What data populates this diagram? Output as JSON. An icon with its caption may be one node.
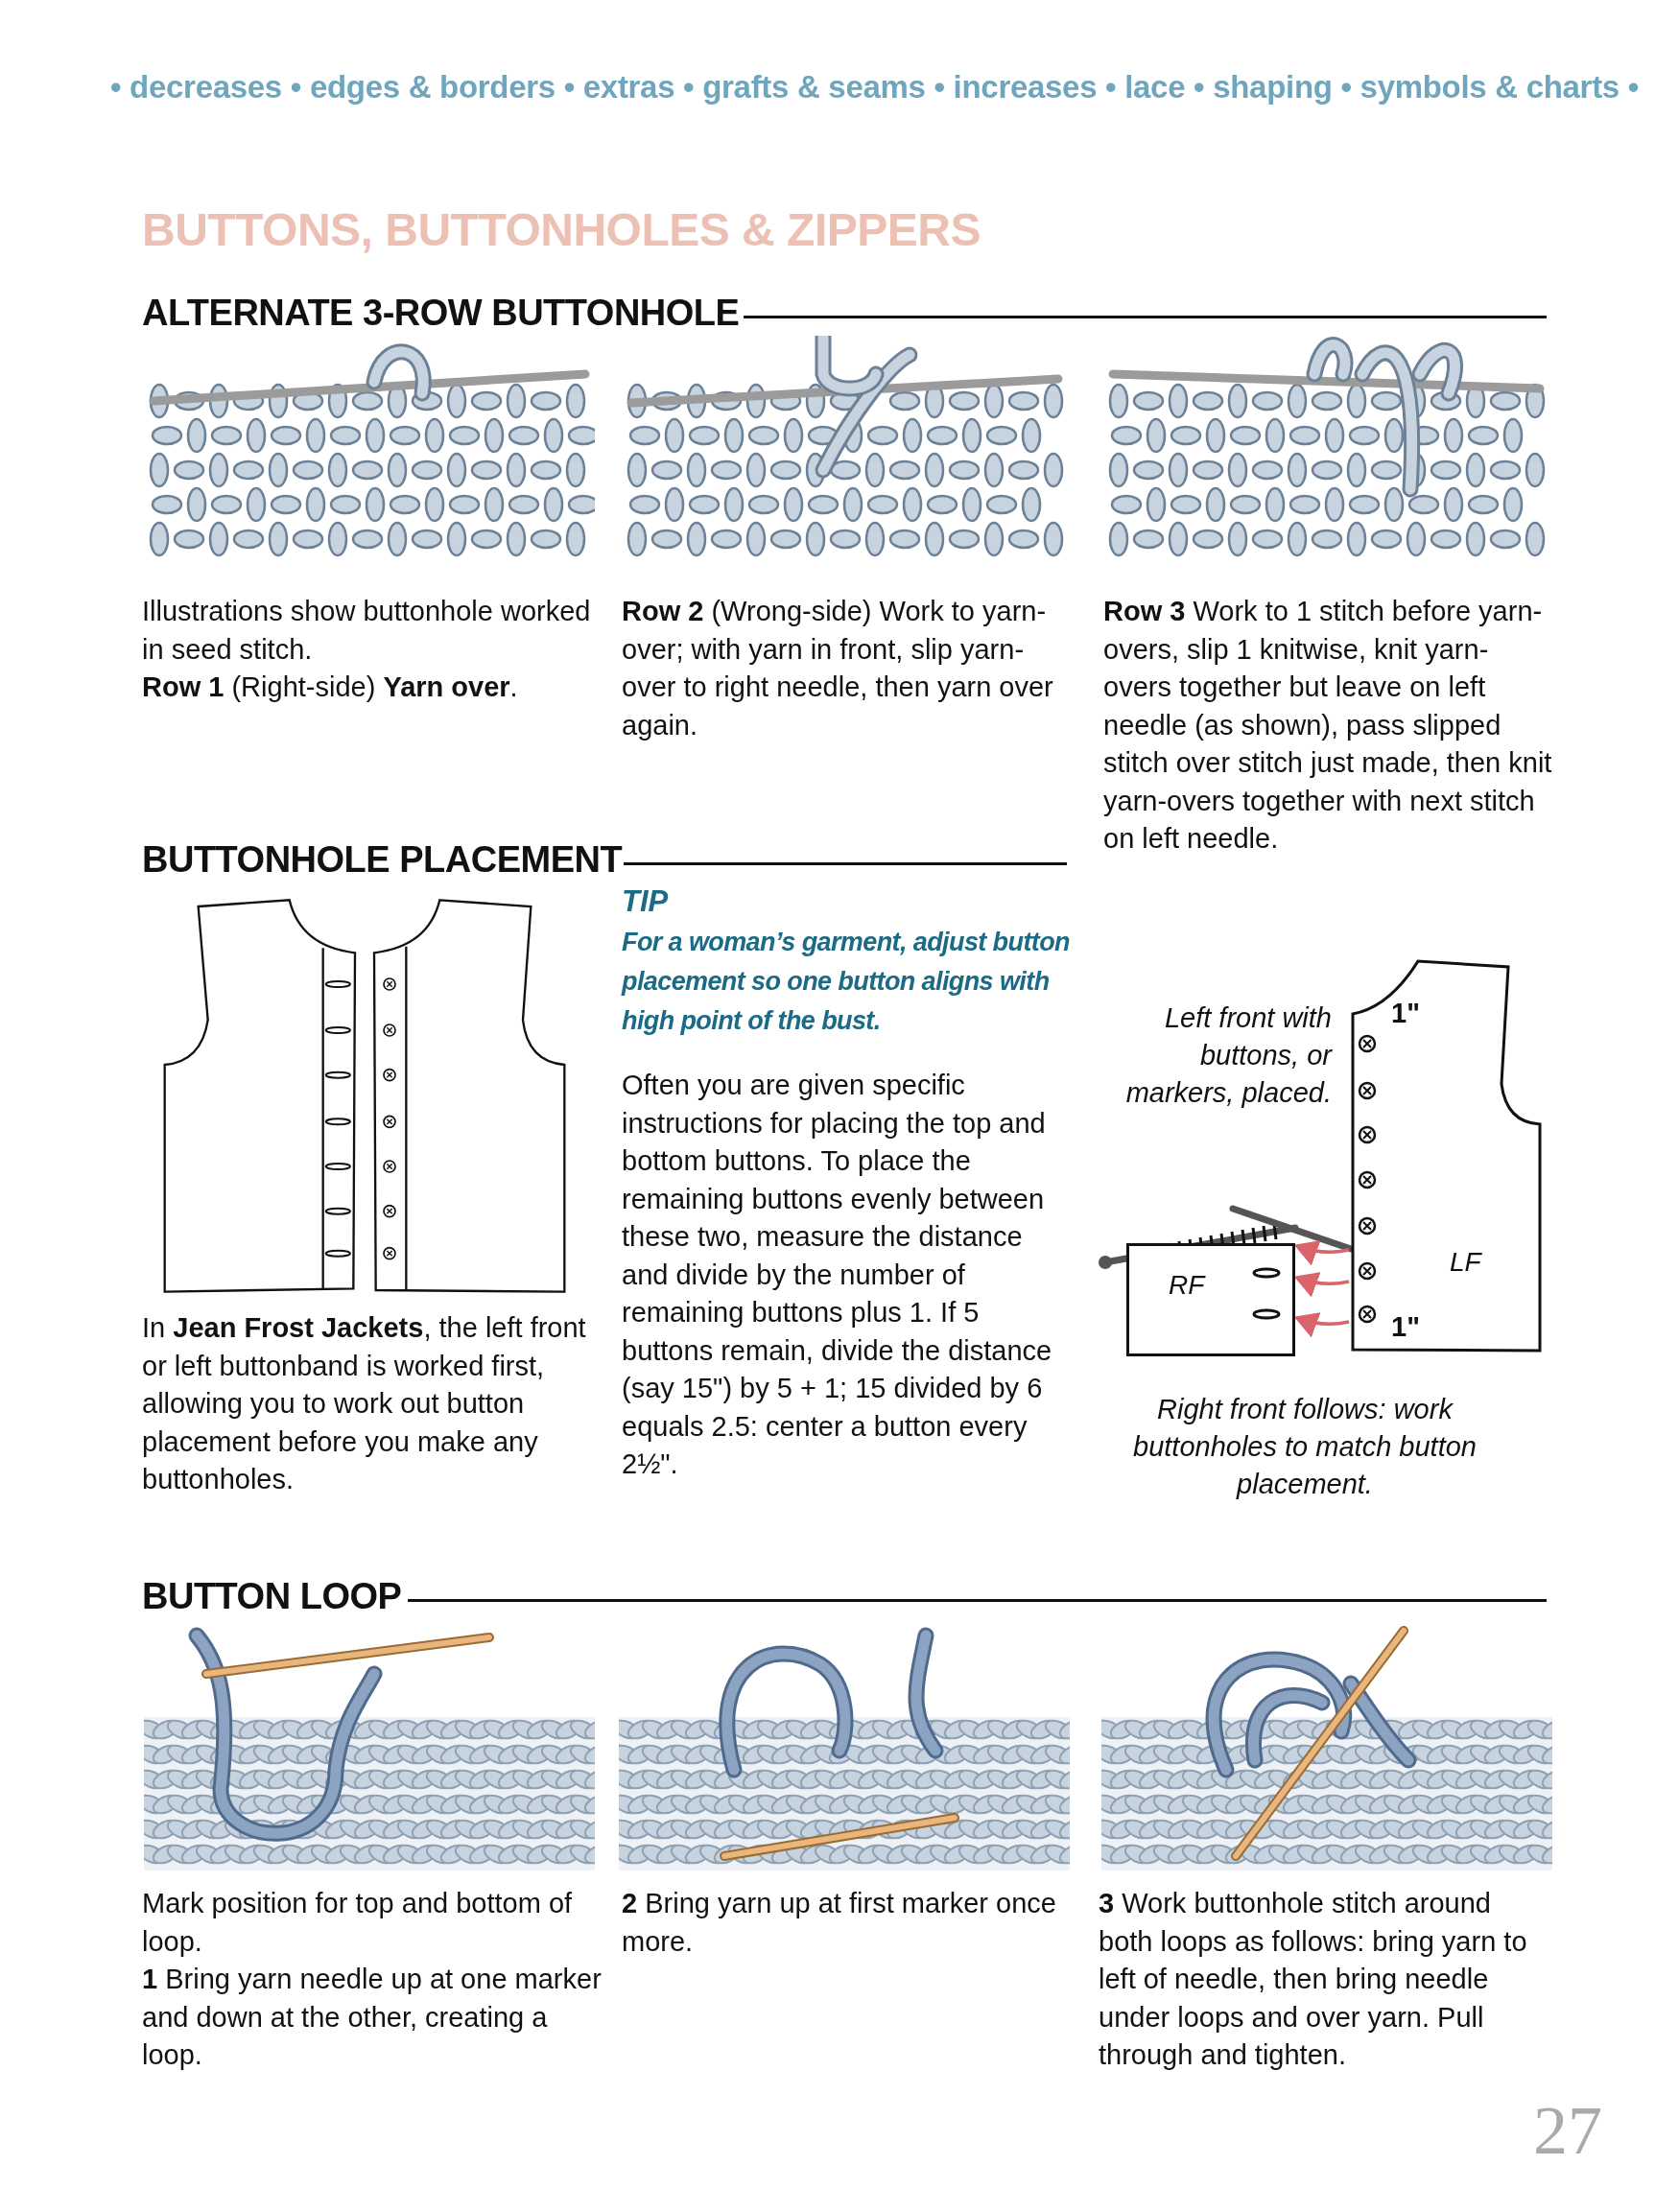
{
  "diagram": {
    "title": "BUTTONS, BUTTONHOLES & ZIPPERS",
    "nodes": [
      {
        "text": [
          "RF"
        ]
      },
      {
        "text": [
          "LF"
        ]
      }
    ],
    "edges": [
      {
        "from": 1,
        "to": 0,
        "arrow": "to"
      },
      {
        "from": 1,
        "to": 0,
        "arrow": "to"
      },
      {
        "from": 1,
        "to": 0,
        "arrow": "to"
      }
    ],
    "labels": [
      "• decreases • edges & borders • extras • grafts & seams • increases • lace • shaping • symbols & charts •",
      "ALTERNATE 3-ROW BUTTONHOLE",
      "Illustrations show buttonhole worked in seed stitch.",
      "**Row 1** (Right-side) **Yarn over**.",
      "**Row 2** (Wrong-side) Work to yarn-over; with yarn in front, slip yarn-over to right needle, then yarn over again.",
      "**Row 3** Work to 1 stitch before yarn-overs, slip 1 knitwise, knit yarn-overs together but leave on left needle (as shown), pass slipped stitch over stitch just made, then knit yarn-overs together with next stitch on left needle.",
      "BUTTONHOLE PLACEMENT",
      "In **Jean Frost Jackets**, the left front or left buttonband is worked first, allowing you to work out button placement before you make any buttonholes.",
      "TIP",
      "For a woman’s garment, adjust button placement so one button aligns with high point of the bust.",
      "Often you are given specific instructions for placing the top and bottom buttons. To place the remaining buttons evenly between these two, measure the distance and divide by the number of remaining buttons plus 1. If 5 buttons remain, divide the distance (say 15\") by 5 + 1; 15 divided by 6 equals 2.5: center a button every 2½\".",
      "Left front with buttons, or markers, placed.",
      "1\"",
      "1\"",
      "Right front follows: work buttonholes to match button placement.",
      "BUTTON LOOP",
      "Mark position for top and bottom of loop.",
      "**1** Bring yarn needle up at one marker and down at the other, creating a loop.",
      "**2** Bring yarn up at first marker once more.",
      "**3** Work buttonhole stitch around both loops as follows: bring yarn to left of needle, then bring needle under loops and over yarn. Pull through and tighten.",
      "27"
    ]
  }
}
